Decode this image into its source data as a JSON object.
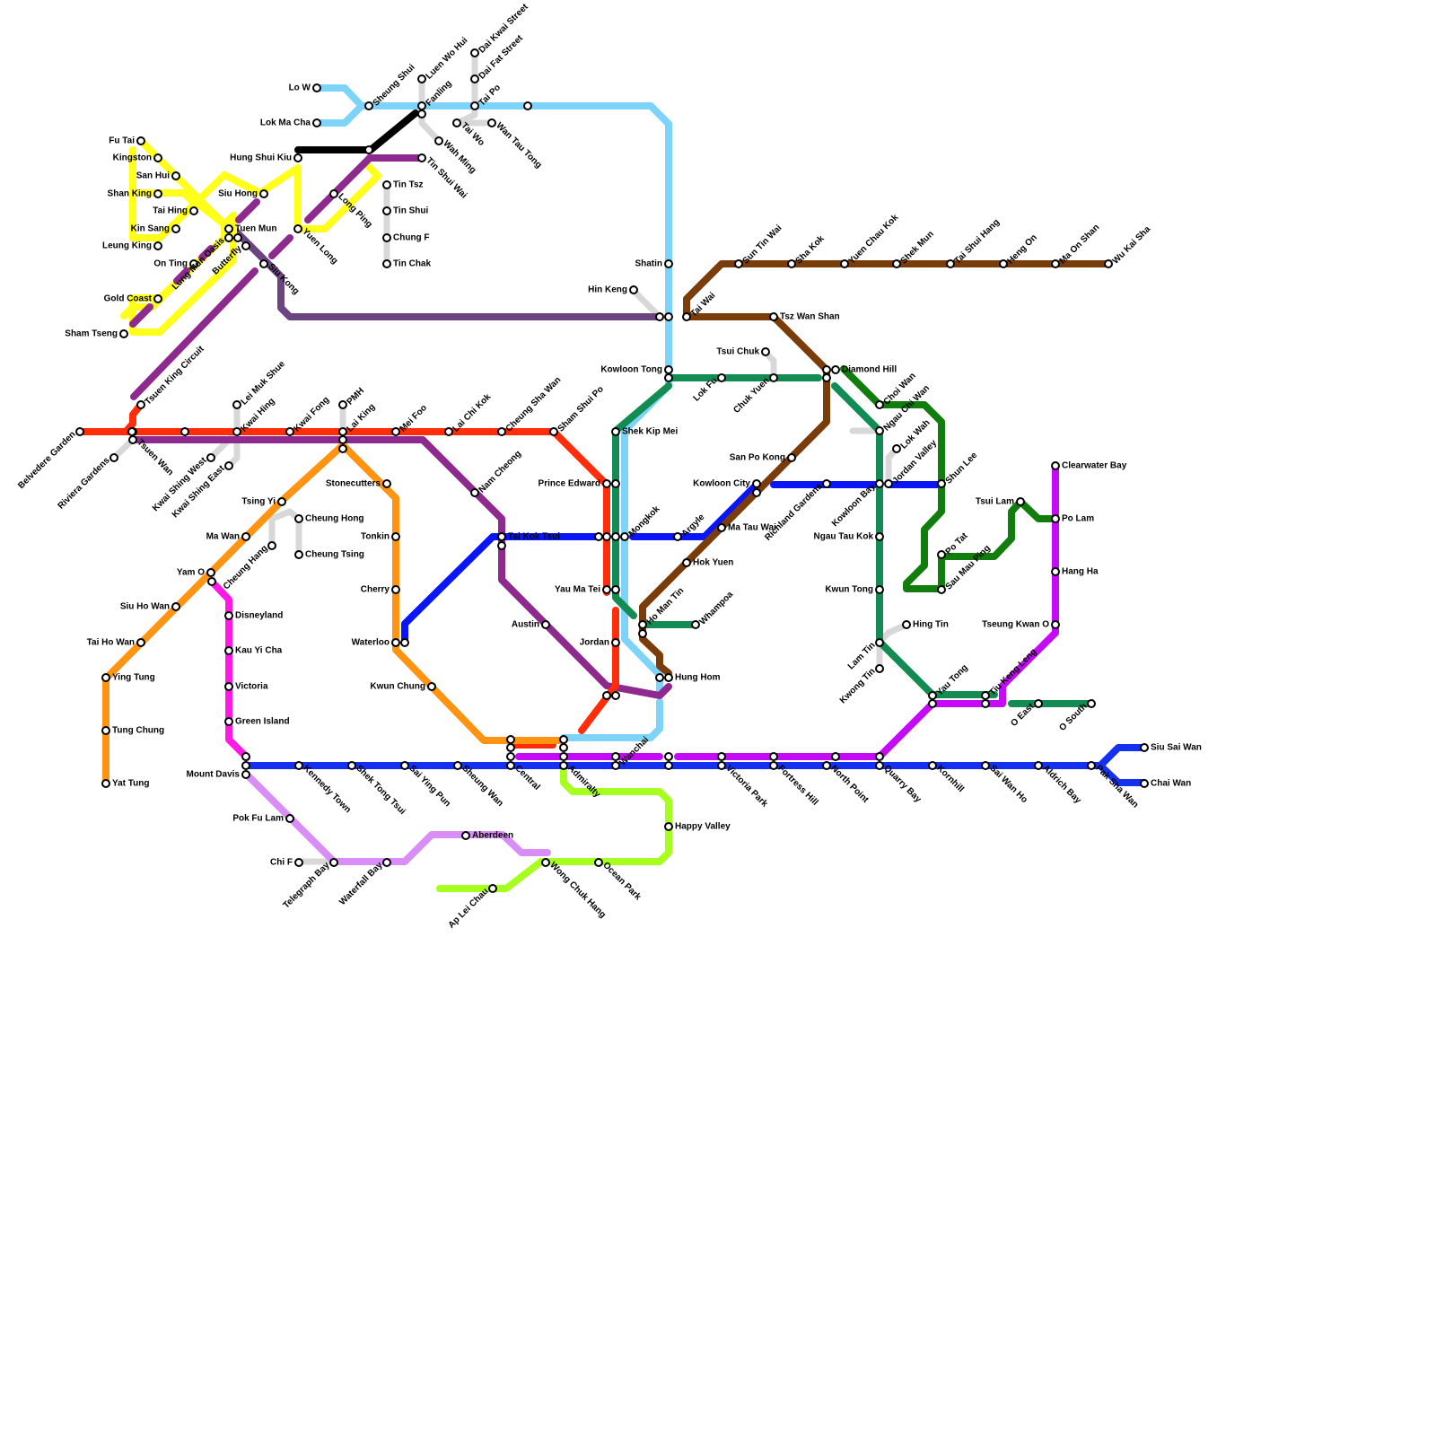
{
  "lines": [
    {
      "key": "purple_sub",
      "color": "#6a4580"
    },
    {
      "key": "light_blue",
      "color": "#7dd4f8"
    },
    {
      "key": "black",
      "color": "#000000"
    },
    {
      "key": "yellow",
      "color": "#ffff1a"
    },
    {
      "key": "purple",
      "color": "#8e2a8e"
    },
    {
      "key": "red",
      "color": "#ff2d0a"
    },
    {
      "key": "orange",
      "color": "#ff9412"
    },
    {
      "key": "magenta",
      "color": "#ff19e6"
    },
    {
      "key": "lilac",
      "color": "#d98df7"
    },
    {
      "key": "lime",
      "color": "#a6ff1f"
    },
    {
      "key": "blue",
      "color": "#0a16f5"
    },
    {
      "key": "island_blue",
      "color": "#1430f0"
    },
    {
      "key": "violet",
      "color": "#c40af7"
    },
    {
      "key": "teal",
      "color": "#138c53"
    },
    {
      "key": "green",
      "color": "#117d0d"
    },
    {
      "key": "brown",
      "color": "#7a3d0a"
    }
  ],
  "stations": [
    {
      "name": "Lo W"
    },
    {
      "name": "Lok Ma Cha"
    },
    {
      "name": "Sheung Shui"
    },
    {
      "name": "Luen Wo Hui"
    },
    {
      "name": "Fanling"
    },
    {
      "name": "Dai Kwai Street"
    },
    {
      "name": "Dai Fat Street"
    },
    {
      "name": "Tai Po"
    },
    {
      "name": "Tai Wo"
    },
    {
      "name": "Wan Tau Tong"
    },
    {
      "name": "Wah Ming"
    },
    {
      "name": "Tin Shui Wai"
    },
    {
      "name": "Hung Shui Kiu"
    },
    {
      "name": "Yuen Long"
    },
    {
      "name": "Long Ping"
    },
    {
      "name": "Tin Tsz"
    },
    {
      "name": "Tin Shui"
    },
    {
      "name": "Chung F"
    },
    {
      "name": "Tin Chak"
    },
    {
      "name": "Fu Tai"
    },
    {
      "name": "Kingston"
    },
    {
      "name": "San Hui"
    },
    {
      "name": "Shan King"
    },
    {
      "name": "Tai Hing"
    },
    {
      "name": "Kin Sang"
    },
    {
      "name": "Leung King"
    },
    {
      "name": "On Ting"
    },
    {
      "name": "Gold Coast"
    },
    {
      "name": "Sham Tseng"
    },
    {
      "name": "Siu Hong"
    },
    {
      "name": "Tuen Mun"
    },
    {
      "name": "Lung Mun Oasis"
    },
    {
      "name": "Butterfly"
    },
    {
      "name": "Siu Kong"
    },
    {
      "name": "Tsuen King Circuit"
    },
    {
      "name": "Belvedere Garden"
    },
    {
      "name": "Riviera Gardens"
    },
    {
      "name": "Tsuen Wan"
    },
    {
      "name": "Lei Muk Shue"
    },
    {
      "name": "Kwai Hing"
    },
    {
      "name": "Kwai Shing West"
    },
    {
      "name": "Kwai Shing East"
    },
    {
      "name": "Kwai Fong"
    },
    {
      "name": "PMH"
    },
    {
      "name": "Lai King"
    },
    {
      "name": "Mei Foo"
    },
    {
      "name": "Lai Chi Kok"
    },
    {
      "name": "Cheung Sha Wan"
    },
    {
      "name": "Sham Shui Po"
    },
    {
      "name": "Nam Cheong"
    },
    {
      "name": "Stonecutters"
    },
    {
      "name": "Tsing Yi"
    },
    {
      "name": "Cheung Hong"
    },
    {
      "name": "Cheung Tsing"
    },
    {
      "name": "Cheung Hang"
    },
    {
      "name": "Ma Wan"
    },
    {
      "name": "Yam O"
    },
    {
      "name": "Tonkin"
    },
    {
      "name": "Cherry"
    },
    {
      "name": "Waterloo"
    },
    {
      "name": "Kwun Chung"
    },
    {
      "name": "Siu Ho Wan"
    },
    {
      "name": "Tai Ho Wan"
    },
    {
      "name": "Ying Tung"
    },
    {
      "name": "Tung Chung"
    },
    {
      "name": "Yat Tung"
    },
    {
      "name": "Disneyland"
    },
    {
      "name": "Kau Yi Cha"
    },
    {
      "name": "Victoria"
    },
    {
      "name": "Green Island"
    },
    {
      "name": "Mount Davis"
    },
    {
      "name": "Kennedy Town"
    },
    {
      "name": "Shek Tong Tsui"
    },
    {
      "name": "Sai Ying Pun"
    },
    {
      "name": "Sheung Wan"
    },
    {
      "name": "Central"
    },
    {
      "name": "Admiralty"
    },
    {
      "name": "Wanchai"
    },
    {
      "name": "Pok Fu Lam"
    },
    {
      "name": "Chi F"
    },
    {
      "name": "Telegraph Bay"
    },
    {
      "name": "Waterfall Bay"
    },
    {
      "name": "Aberdeen"
    },
    {
      "name": "Ap Lei Chau"
    },
    {
      "name": "Wong Chuk Hang"
    },
    {
      "name": "Ocean Park"
    },
    {
      "name": "Happy Valley"
    },
    {
      "name": "Shatin"
    },
    {
      "name": "Hin Keng"
    },
    {
      "name": "Tai Wai"
    },
    {
      "name": "Kowloon Tong"
    },
    {
      "name": "Shek Kip Mei"
    },
    {
      "name": "Prince Edward"
    },
    {
      "name": "Mongkok"
    },
    {
      "name": "Tai Kok Tsui"
    },
    {
      "name": "Yau Ma Tei"
    },
    {
      "name": "Austin"
    },
    {
      "name": "Jordan"
    },
    {
      "name": "Ho Man Tin"
    },
    {
      "name": "Whampoa"
    },
    {
      "name": "Hung Hom"
    },
    {
      "name": "Argyle"
    },
    {
      "name": "Hok Yuen"
    },
    {
      "name": "Ma Tau Wai"
    },
    {
      "name": "Kowloon City"
    },
    {
      "name": "Lok Fu"
    },
    {
      "name": "Chuk Yuen"
    },
    {
      "name": "Tsui Chuk"
    },
    {
      "name": "Tsz Wan Shan"
    },
    {
      "name": "Diamond Hill"
    },
    {
      "name": "San Po Kong"
    },
    {
      "name": "Richland Gardens"
    },
    {
      "name": "Kowloon Bay"
    },
    {
      "name": "Choi Wan"
    },
    {
      "name": "Ngau Chi Wan"
    },
    {
      "name": "Lok Wah"
    },
    {
      "name": "Jordan Valley"
    },
    {
      "name": "Shun Lee"
    },
    {
      "name": "Ngau Tau Kok"
    },
    {
      "name": "Kwun Tong"
    },
    {
      "name": "Lam Tin"
    },
    {
      "name": "Kwong Tin"
    },
    {
      "name": "Hing Tin"
    },
    {
      "name": "Yau Tong"
    },
    {
      "name": "Tiu Keng Leng"
    },
    {
      "name": "Po Tat"
    },
    {
      "name": "Sau Mau Ping"
    },
    {
      "name": "Tsui Lam"
    },
    {
      "name": "Clearwater Bay"
    },
    {
      "name": "Po Lam"
    },
    {
      "name": "Hang Ha"
    },
    {
      "name": "Tseung Kwan O"
    },
    {
      "name": "O East"
    },
    {
      "name": "O South"
    },
    {
      "name": "Sun Tin Wai"
    },
    {
      "name": "Sha Kok"
    },
    {
      "name": "Yuen Chau Kok"
    },
    {
      "name": "Shek Mun"
    },
    {
      "name": "Tai Shui Hang"
    },
    {
      "name": "Heng On"
    },
    {
      "name": "Ma On Shan"
    },
    {
      "name": "Wu Kai Sha"
    },
    {
      "name": "Victoria Park"
    },
    {
      "name": "Fortress Hill"
    },
    {
      "name": "North Point"
    },
    {
      "name": "Quarry Bay"
    },
    {
      "name": "Kornhill"
    },
    {
      "name": "Sai Wan Ho"
    },
    {
      "name": "Aldrich Bay"
    },
    {
      "name": "Pak Sha Wan"
    },
    {
      "name": "Siu Sai Wan"
    },
    {
      "name": "Chai Wan"
    }
  ]
}
